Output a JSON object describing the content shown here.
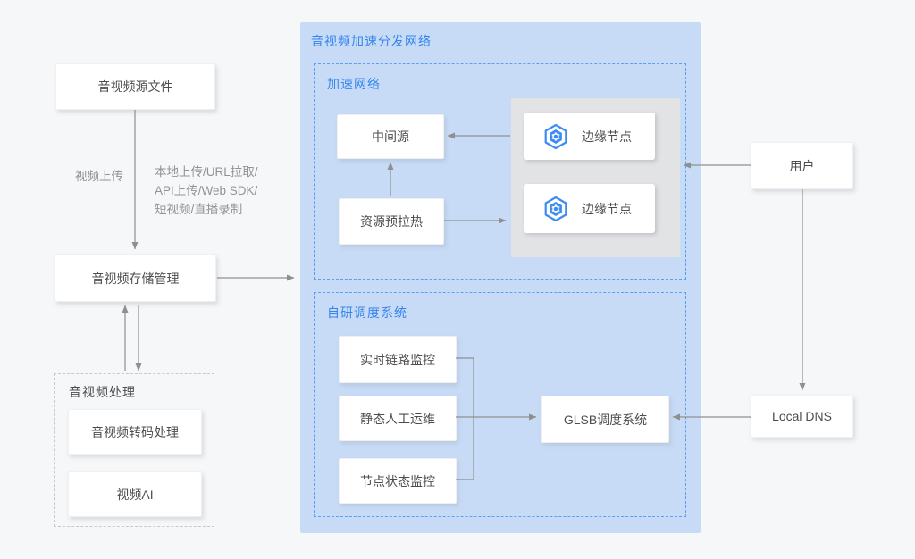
{
  "colors": {
    "canvas_bg": "#F6F7F8",
    "panel_bg": "#C7DBF7",
    "panel_title_blue": "#3585EC",
    "dashed_blue_border": "#5B9FF2",
    "dashed_gray_border": "#C9C9C9",
    "node_text": "#4D4D4D",
    "annotation_text": "#939393",
    "connector_gray": "#8F8F8F",
    "edge_icon_blue": "#3D8CF2",
    "edge_group_bg": "#E2E3E5"
  },
  "upload_flow": {
    "source_box": "音视频源文件",
    "upload_label": "视频上传",
    "upload_methods": [
      "本地上传/URL拉取/",
      "API上传/Web SDK/",
      "短视频/直播录制"
    ],
    "storage_box": "音视频存储管理"
  },
  "processing_group": {
    "title": "音视频处理",
    "transcode_box": "音视频转码处理",
    "video_ai_box": "视频AI"
  },
  "cdn_panel": {
    "title": "音视频加速分发网络",
    "accel_group": {
      "title": "加速网络",
      "mid_source_box": "中间源",
      "prewarm_box": "资源预拉热",
      "edge_nodes": [
        {
          "label": "边缘节点",
          "icon": "hexagon-node"
        },
        {
          "label": "边缘节点",
          "icon": "hexagon-node"
        }
      ]
    },
    "sched_group": {
      "title": "自研调度系统",
      "monitor_boxes": [
        "实时链路监控",
        "静态人工运维",
        "节点状态监控"
      ],
      "glsb_box": "GLSB调度系统"
    }
  },
  "right_flow": {
    "user_box": "用户",
    "local_dns_box": "Local DNS"
  }
}
